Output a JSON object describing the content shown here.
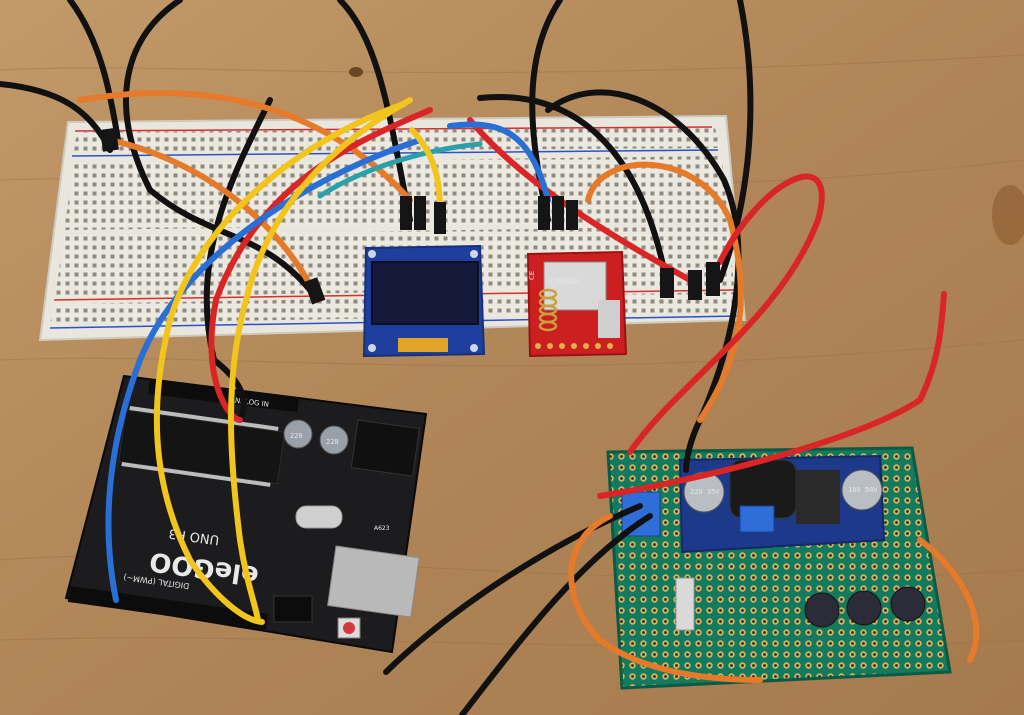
{
  "scene": {
    "description_free": true,
    "colors": {
      "table": "#b48a5c",
      "breadboard": "#e9e6dd",
      "arduino_board": "#1c1c1e",
      "oled_board": "#1f3f9e",
      "oled_screen": "#151a3a",
      "gsm_board": "#cc1f1f",
      "perfboard": "#127a5e",
      "buck_board": "#1d3a8a",
      "wire_yellow": "#f2c51d",
      "wire_red": "#d92525",
      "wire_blue": "#2a6fd6",
      "wire_black": "#111111",
      "wire_orange": "#e57a2a",
      "wire_teal": "#2aa0a8"
    }
  },
  "labels": {
    "arduino_brand": "eleGOO",
    "arduino_model": "UNO R3",
    "arduino_digital": "DIGITAL (PWM~)",
    "arduino_analog": "ANALOG IN",
    "gsm_chip": "SIM800L",
    "gsm_ce": "CE",
    "cap_arduino_1": "220",
    "cap_arduino_2": "220",
    "cap_buck_left": "220 35V",
    "cap_buck_right": "100 50V",
    "smd_marking": "A623"
  }
}
